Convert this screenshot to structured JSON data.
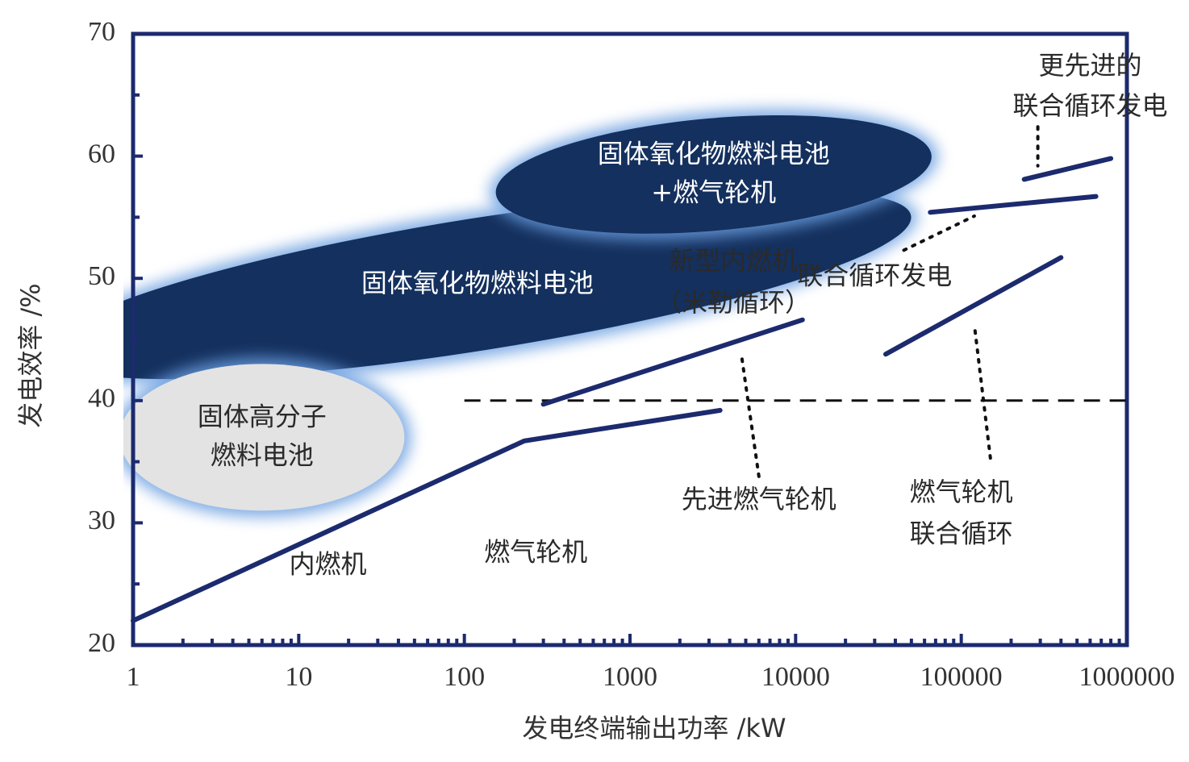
{
  "chart_data": {
    "type": "line",
    "xscale": "log",
    "xlim": [
      1,
      1000000
    ],
    "ylim": [
      20,
      70
    ],
    "xticks": [
      1,
      10,
      100,
      1000,
      10000,
      100000,
      1000000
    ],
    "xtick_labels": [
      "1",
      "10",
      "100",
      "1000",
      "10000",
      "100000",
      "1000000"
    ],
    "yticks": [
      20,
      30,
      40,
      50,
      60,
      70
    ],
    "ytick_labels": [
      "20",
      "30",
      "40",
      "50",
      "60",
      "70"
    ],
    "xlabel": "发电终端输出功率 /kW",
    "ylabel": "发电效率 /%",
    "grid": false,
    "colors": {
      "series": "#1c2a6e",
      "frame": "#1c2a6e",
      "ellipse_dark": "#14305e",
      "ellipse_light": "#e3e3e3",
      "glow": "#6b9ee0"
    },
    "reference_line": {
      "y": 40,
      "x_from": 100,
      "x_to": 1000000,
      "style": "dashed"
    },
    "series": [
      {
        "points": [
          [
            1,
            22
          ],
          [
            230,
            36.7
          ],
          [
            3500,
            39.2
          ]
        ]
      },
      {
        "points": [
          [
            300,
            39.7
          ],
          [
            11000,
            46.6
          ]
        ]
      },
      {
        "points": [
          [
            35000,
            43.8
          ],
          [
            400000,
            51.7
          ]
        ]
      },
      {
        "points": [
          [
            65000,
            55.4
          ],
          [
            650000,
            56.7
          ]
        ]
      },
      {
        "points": [
          [
            240000,
            58.1
          ],
          [
            800000,
            59.8
          ]
        ]
      }
    ],
    "regions": [
      {
        "label": [
          "固体氧化物燃料电池"
        ],
        "cx": 120,
        "cy": 49.5,
        "rx_decades": 2.65,
        "ry": 5.4,
        "rotate": -9,
        "fill": "dark"
      },
      {
        "label": [
          "固体氧化物燃料电池",
          "+燃气轮机"
        ],
        "cx": 3200,
        "cy": 58.5,
        "rx_decades": 1.32,
        "ry": 4.6,
        "rotate": -5,
        "fill": "dark"
      },
      {
        "label": [
          "固体高分子",
          "燃料电池"
        ],
        "cx": 6,
        "cy": 37,
        "rx_decades": 0.86,
        "ry": 6,
        "rotate": 0,
        "fill": "light"
      }
    ],
    "annotations": [
      {
        "text": "内燃机",
        "x": 15,
        "y": 26.5
      },
      {
        "text": "燃气轮机",
        "x": 270,
        "y": 27.5
      },
      {
        "text": "先进燃气轮机",
        "x": 6000,
        "y": 31.8
      },
      {
        "text": "新型内燃机",
        "x": 4200,
        "y": 51.3
      },
      {
        "text": "（米勒循环）",
        "x": 4200,
        "y": 47.9
      },
      {
        "text": "联合循环发电",
        "x": 30000,
        "y": 50.1
      },
      {
        "text": "燃气轮机",
        "x": 100000,
        "y": 32.4
      },
      {
        "text": "联合循环",
        "x": 100000,
        "y": 29
      },
      {
        "text": "更先进的",
        "x": 600000,
        "y": 67.3
      },
      {
        "text": "联合循环发电",
        "x": 600000,
        "y": 64
      }
    ],
    "leaders": [
      {
        "points": [
          [
            6000,
            33.8
          ],
          [
            4700,
            43.8
          ]
        ]
      },
      {
        "points": [
          [
            150000,
            35.3
          ],
          [
            120000,
            46.2
          ]
        ]
      },
      {
        "points": [
          [
            45000,
            52.3
          ],
          [
            120000,
            55.1
          ]
        ]
      },
      {
        "points": [
          [
            290000,
            62.4
          ],
          [
            290000,
            59.2
          ]
        ]
      }
    ]
  }
}
